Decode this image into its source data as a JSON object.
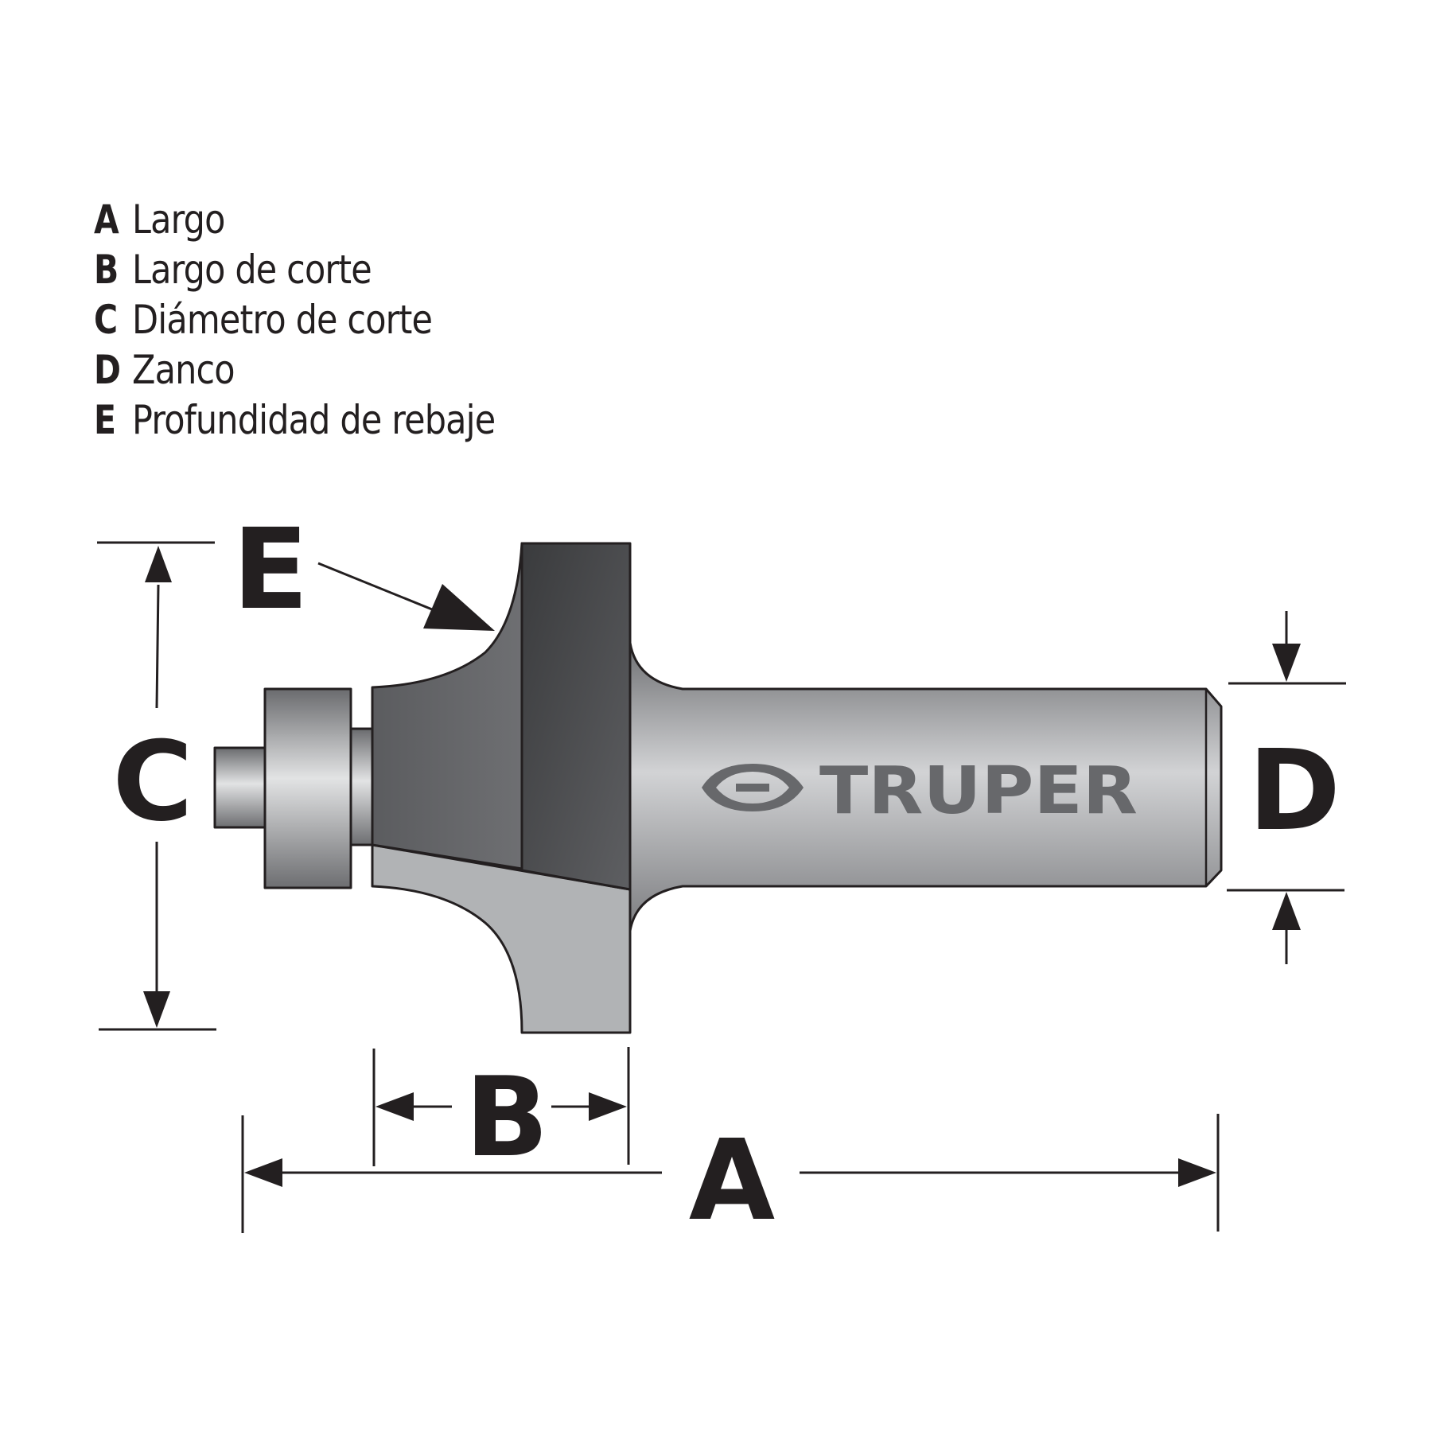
{
  "legend": [
    {
      "letter": "A",
      "text": "Largo"
    },
    {
      "letter": "B",
      "text": "Largo de corte"
    },
    {
      "letter": "C",
      "text": "Diámetro de corte"
    },
    {
      "letter": "D",
      "text": "Zanco"
    },
    {
      "letter": "E",
      "text": "Profundidad de rebaje"
    }
  ],
  "dimensions": {
    "a": "A",
    "b": "B",
    "c": "C",
    "d": "D",
    "e": "E"
  },
  "brand": {
    "name": "TRUPER",
    "logo_icon": "truper-logo-icon"
  },
  "colors": {
    "ink": "#231f20",
    "cutter_dark": "#4a4b4e",
    "cutter_light": "#b1b3b5",
    "shank": "#a9abae",
    "brand_text": "#67686b"
  }
}
